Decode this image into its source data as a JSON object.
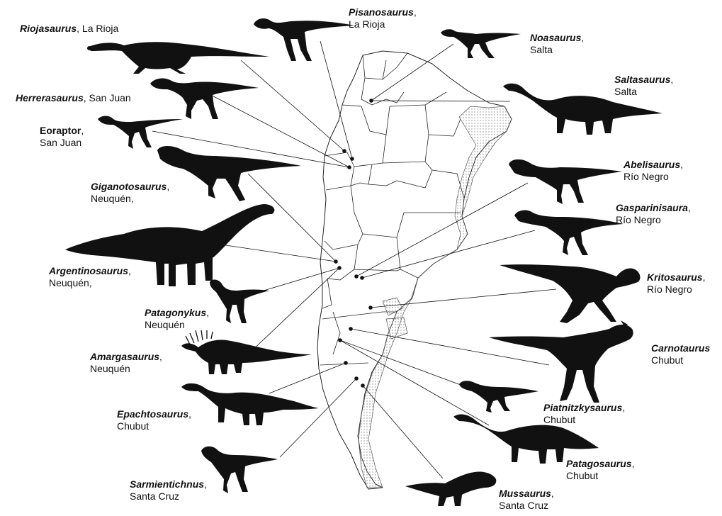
{
  "colors": {
    "silhouette": "#111111",
    "map_line": "#222222",
    "coast_dots": "#9a9a9a",
    "background": "#ffffff"
  },
  "map": {
    "name": "Argentina provinces map",
    "coastal_shading": "dotted"
  },
  "labels": [
    {
      "id": "riojasaurus",
      "name": "Riojasaurus",
      "sep": ", ",
      "location": "La Rioja",
      "inline": true
    },
    {
      "id": "pisanosaurus",
      "name": "Pisanosaurus",
      "sep": ",",
      "location": "La Rioja",
      "inline": false
    },
    {
      "id": "noasaurus",
      "name": "Noasaurus",
      "sep": ",",
      "location": "Salta",
      "inline": false
    },
    {
      "id": "herrerasaurus",
      "name": "Herrerasaurus",
      "sep": ", ",
      "location": "San Juan",
      "inline": true
    },
    {
      "id": "saltasaurus",
      "name": "Saltasaurus",
      "sep": ",",
      "location": "Salta",
      "inline": false
    },
    {
      "id": "eoraptor",
      "name": "Eoraptor",
      "sep": ",",
      "location": "San Juan",
      "inline": false,
      "upright": true
    },
    {
      "id": "abelisaurus",
      "name": "Abelisaurus",
      "sep": ",",
      "location": "Río Negro",
      "inline": false
    },
    {
      "id": "giganotosaurus",
      "name": "Giganotosaurus",
      "sep": ",",
      "location": "Neuquén,",
      "inline": false
    },
    {
      "id": "gasparinisaura",
      "name": "Gasparinisaura",
      "sep": ",",
      "location": "Río Negro",
      "inline": false
    },
    {
      "id": "argentinosaurus",
      "name": "Argentinosaurus",
      "sep": ",",
      "location": "Neuquén,",
      "inline": false
    },
    {
      "id": "kritosaurus",
      "name": "Kritosaurus",
      "sep": ",",
      "location": "Río Negro",
      "inline": false
    },
    {
      "id": "patagonykus",
      "name": "Patagonykus",
      "sep": ",",
      "location": "Neuquén",
      "inline": false
    },
    {
      "id": "amargasaurus",
      "name": "Amargasaurus",
      "sep": ",",
      "location": "Neuquén",
      "inline": false
    },
    {
      "id": "carnotaurus",
      "name": "Carnotaurus",
      "sep": "",
      "location": "Chubut",
      "inline": false
    },
    {
      "id": "epachtosaurus",
      "name": "Epachtosaurus",
      "sep": ",",
      "location": "Chubut",
      "inline": false
    },
    {
      "id": "piatnitzkysaurus",
      "name": "Piatnitzkysaurus",
      "sep": ",",
      "location": "Chubut",
      "inline": false
    },
    {
      "id": "patagosaurus",
      "name": "Patagosaurus",
      "sep": ",",
      "location": "Chubut",
      "inline": false
    },
    {
      "id": "sarmientichnus",
      "name": "Sarmientichnus",
      "sep": ",",
      "location": "Santa Cruz",
      "inline": false
    },
    {
      "id": "mussaurus",
      "name": "Mussaurus",
      "sep": ",",
      "location": "Santa Cruz",
      "inline": false
    }
  ]
}
